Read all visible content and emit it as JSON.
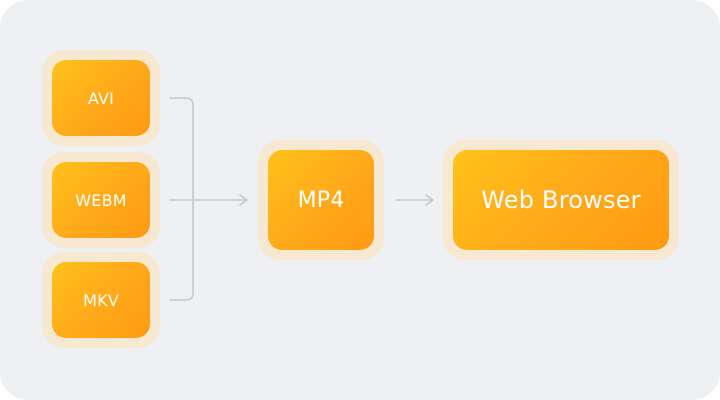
{
  "sources": [
    {
      "label": "AVI"
    },
    {
      "label": "WEBM"
    },
    {
      "label": "MKV"
    }
  ],
  "intermediate": {
    "label": "MP4"
  },
  "target": {
    "label": "Web Browser"
  },
  "colors": {
    "background": "#eef0f3",
    "node_fill": "#ffaa1a",
    "node_halo": "#f7e8d2",
    "connector": "#c4c7cc",
    "text": "#ffffff"
  }
}
